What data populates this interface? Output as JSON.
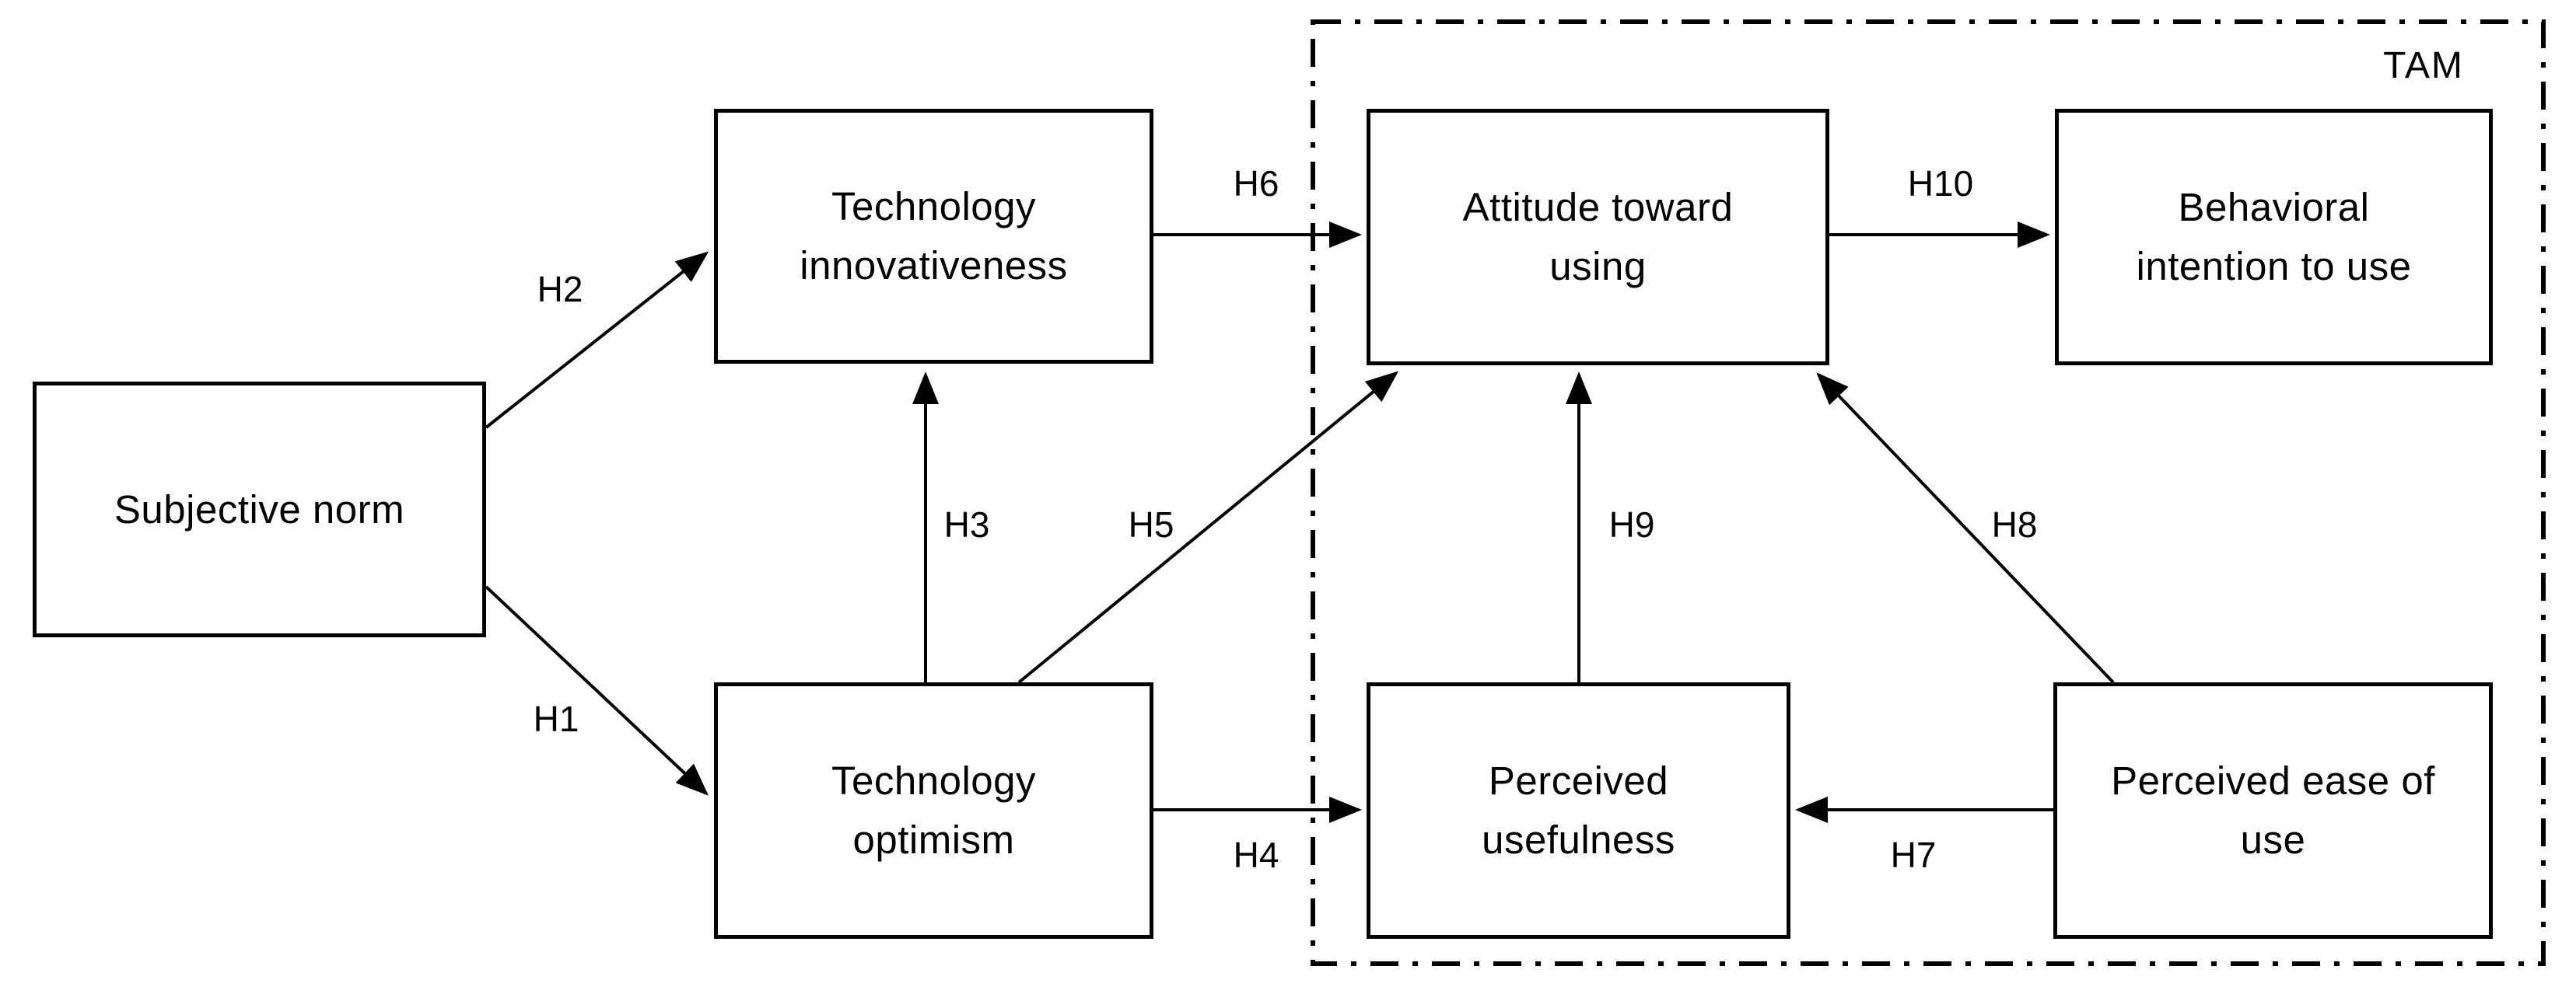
{
  "diagram": {
    "model_name": "TAM",
    "boxes": [
      {
        "id": "subjective-norm",
        "label": "Subjective norm",
        "line1": "Subjective norm",
        "line2": ""
      },
      {
        "id": "technology-innovativeness",
        "label": "Technology innovativeness",
        "line1": "Technology",
        "line2": "innovativeness"
      },
      {
        "id": "technology-optimism",
        "label": "Technology optimism",
        "line1": "Technology",
        "line2": "optimism"
      },
      {
        "id": "attitude-toward-using",
        "label": "Attitude toward using",
        "line1": "Attitude toward",
        "line2": "using"
      },
      {
        "id": "perceived-usefulness",
        "label": "Perceived usefulness",
        "line1": "Perceived",
        "line2": "usefulness"
      },
      {
        "id": "behavioral-intention-to-use",
        "label": "Behavioral intention to use",
        "line1": "Behavioral",
        "line2": "intention to use"
      },
      {
        "id": "perceived-ease-of-use",
        "label": "Perceived ease of use",
        "line1": "Perceived ease of",
        "line2": "use"
      }
    ],
    "arrows": [
      {
        "label": "H1",
        "from": "Subjective norm",
        "to": "Technology optimism"
      },
      {
        "label": "H2",
        "from": "Subjective norm",
        "to": "Technology innovativeness"
      },
      {
        "label": "H3",
        "from": "Technology optimism",
        "to": "Technology innovativeness"
      },
      {
        "label": "H4",
        "from": "Technology optimism",
        "to": "Perceived usefulness"
      },
      {
        "label": "H5",
        "from": "Technology optimism",
        "to": "Attitude toward using"
      },
      {
        "label": "H6",
        "from": "Technology innovativeness",
        "to": "Attitude toward using"
      },
      {
        "label": "H7",
        "from": "Perceived ease of use",
        "to": "Perceived usefulness"
      },
      {
        "label": "H8",
        "from": "Perceived ease of use",
        "to": "Attitude toward using"
      },
      {
        "label": "H9",
        "from": "Perceived usefulness",
        "to": "Attitude toward using"
      },
      {
        "label": "H10",
        "from": "Attitude toward using",
        "to": "Behavioral intention to use"
      }
    ],
    "boundary": {
      "label": "TAM"
    },
    "colors": {
      "ink": "#000000",
      "background": "#ffffff"
    }
  }
}
